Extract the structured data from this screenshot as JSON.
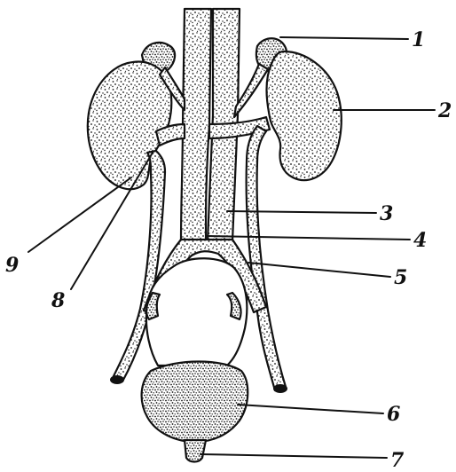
{
  "figure": {
    "labels": [
      {
        "id": "1",
        "text": "1"
      },
      {
        "id": "2",
        "text": "2"
      },
      {
        "id": "3",
        "text": "3"
      },
      {
        "id": "4",
        "text": "4"
      },
      {
        "id": "5",
        "text": "5"
      },
      {
        "id": "6",
        "text": "6"
      },
      {
        "id": "7",
        "text": "7"
      },
      {
        "id": "8",
        "text": "8"
      },
      {
        "id": "9",
        "text": "9"
      }
    ],
    "colors": {
      "ink": "#111111",
      "paper": "#ffffff"
    }
  }
}
